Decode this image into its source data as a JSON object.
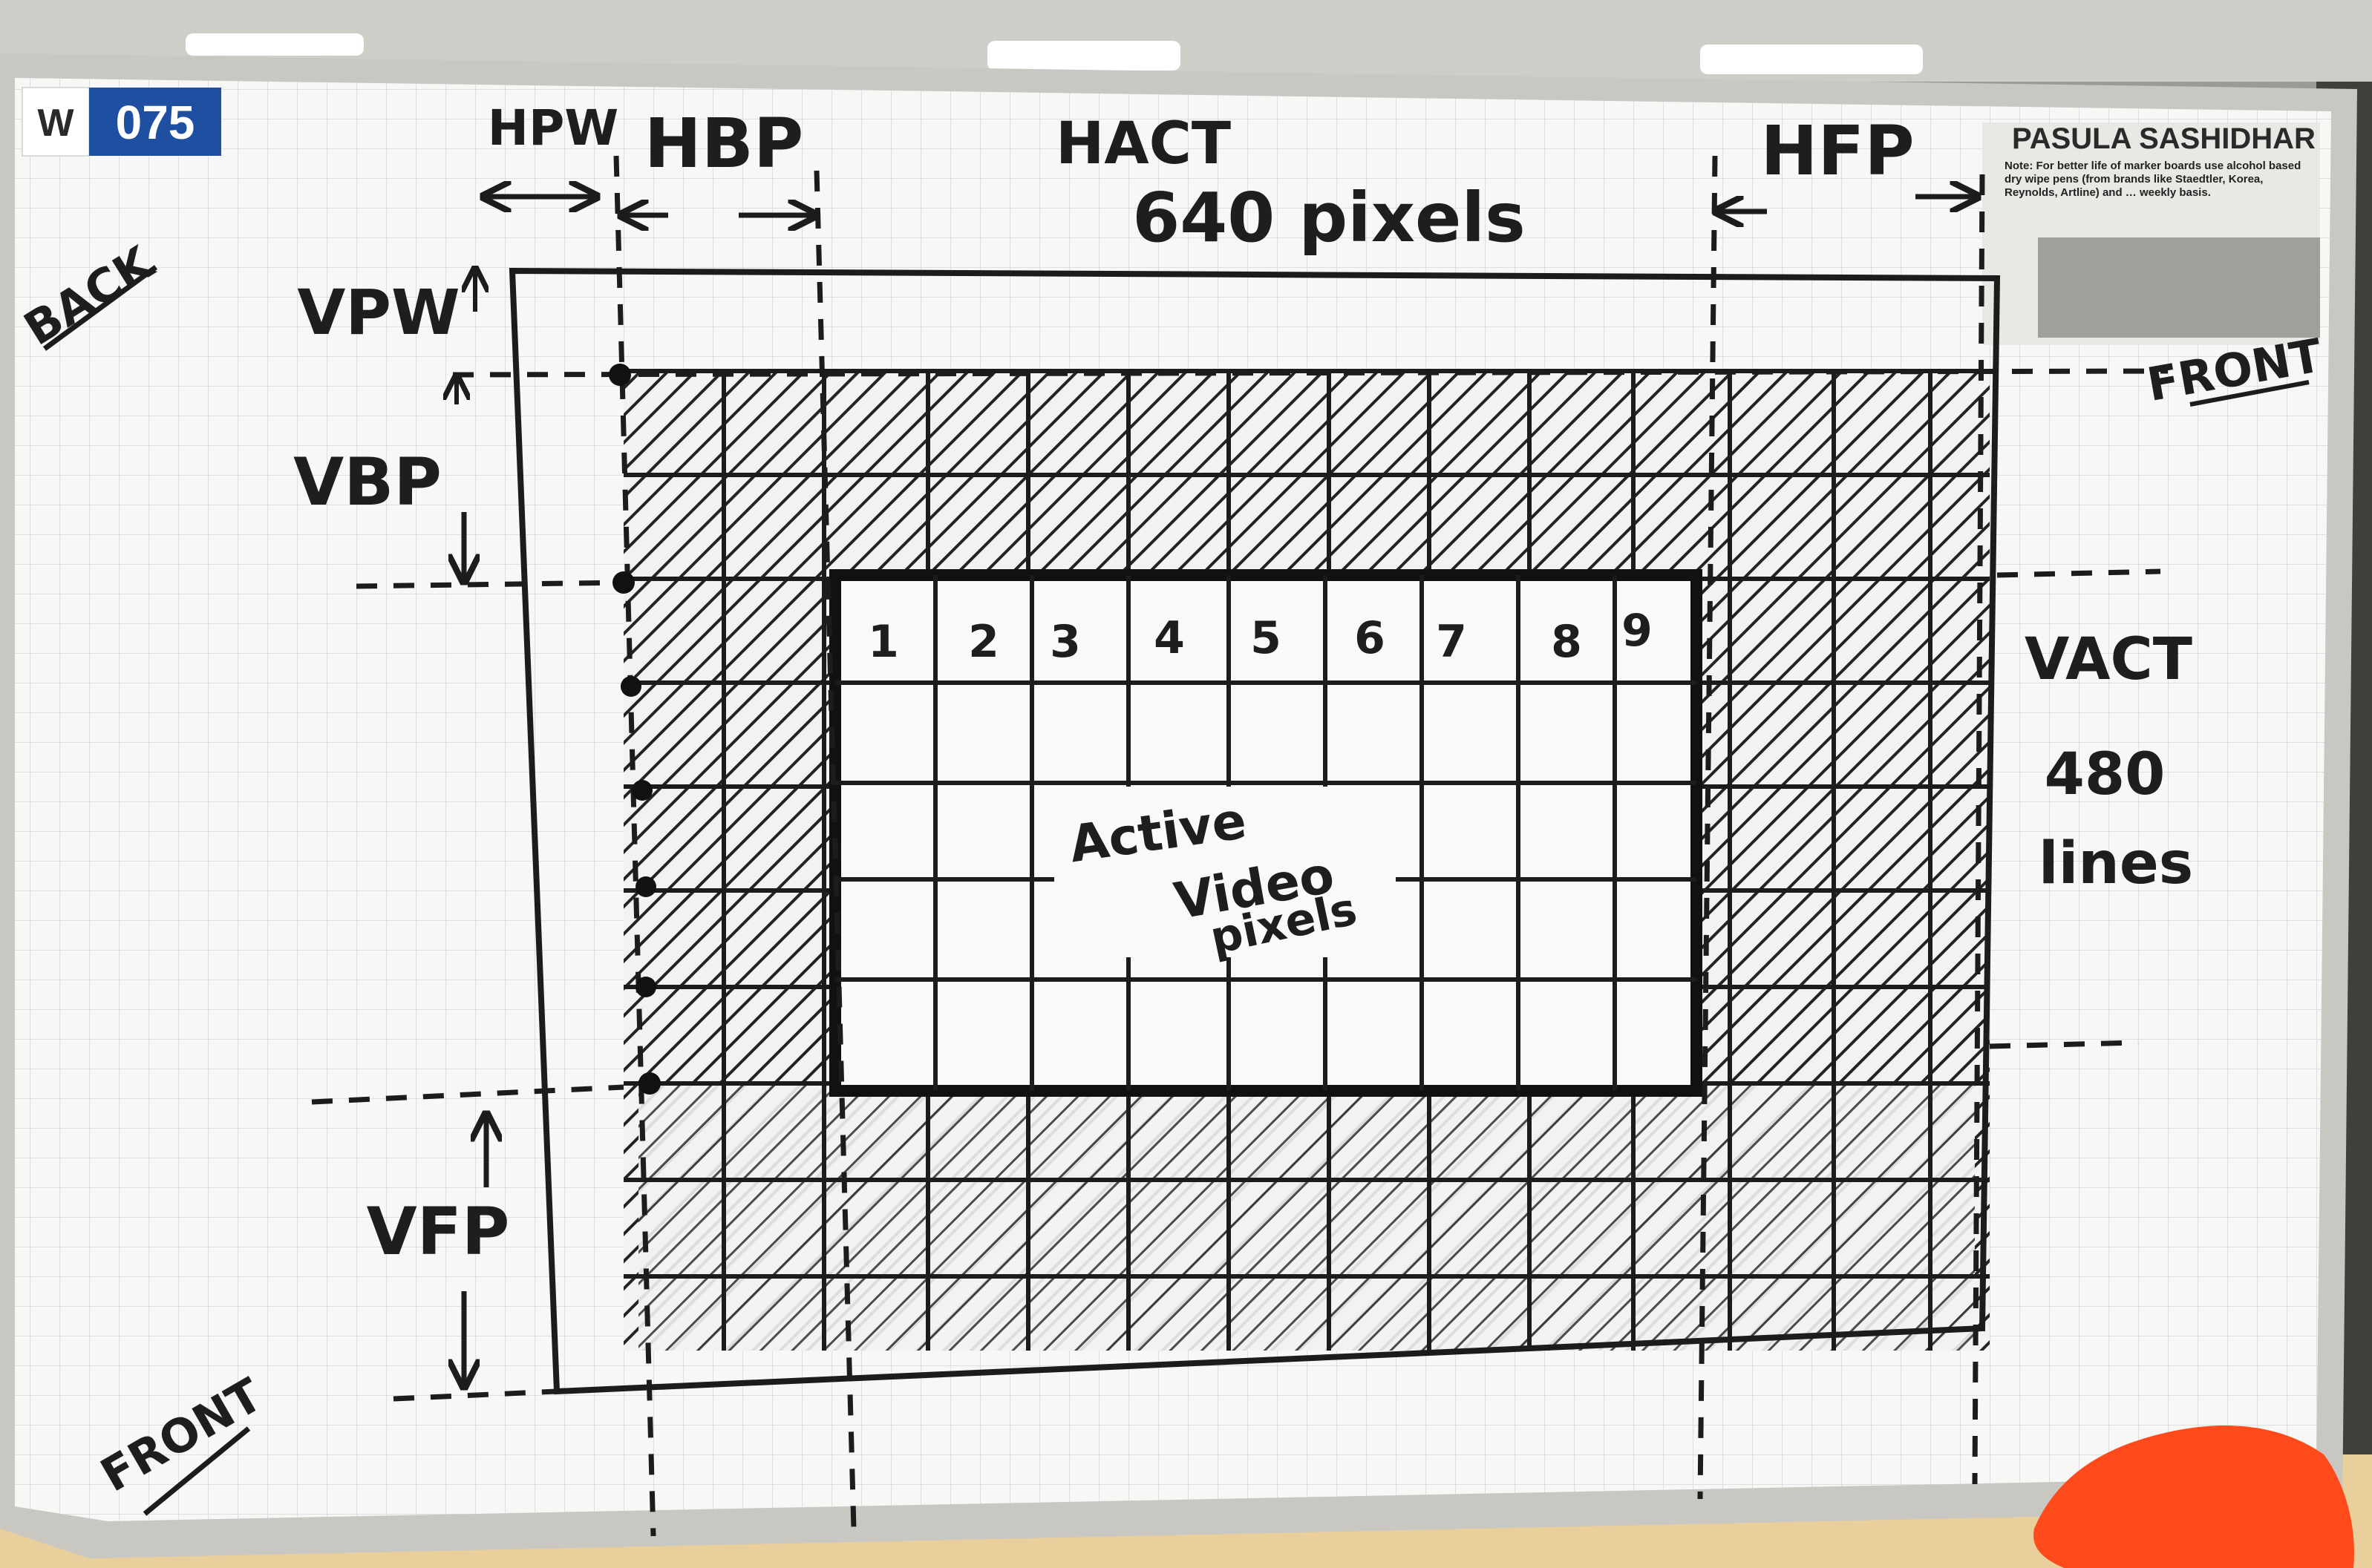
{
  "board": {
    "id_prefix": "W",
    "id_number": "075",
    "owner_label": "PASULA SASHIDHAR",
    "note": "Note: For better life of marker boards use alcohol based dry wipe pens (from brands like Staedtler, Korea, Reynolds, Artline) and … weekly basis.",
    "colors": {
      "board": "#f7f8f6",
      "grid": "#cfd3d6",
      "ink": "#1c1c1c",
      "badge": "#1f4fa0",
      "cloth": "#ff4a1c"
    }
  },
  "corner_labels": {
    "back": "BACK",
    "front_right": "FRONT",
    "front_bottom": "FRONT"
  },
  "horizontal": {
    "hpw": "HPW",
    "hbp": "HBP",
    "hact": "HACT",
    "hact_value": "640 pixels",
    "hfp": "HFP"
  },
  "vertical": {
    "vpw": "VPW",
    "vbp": "VBP",
    "vfp": "VFP",
    "vact": "VACT",
    "vact_value": "480",
    "vact_unit": "lines"
  },
  "active_area": {
    "line1": "Active",
    "line2": "Video",
    "line3": "pixels",
    "pixel_numbers": [
      "1",
      "2",
      "3",
      "4",
      "5",
      "6",
      "7",
      "8",
      "9"
    ]
  }
}
